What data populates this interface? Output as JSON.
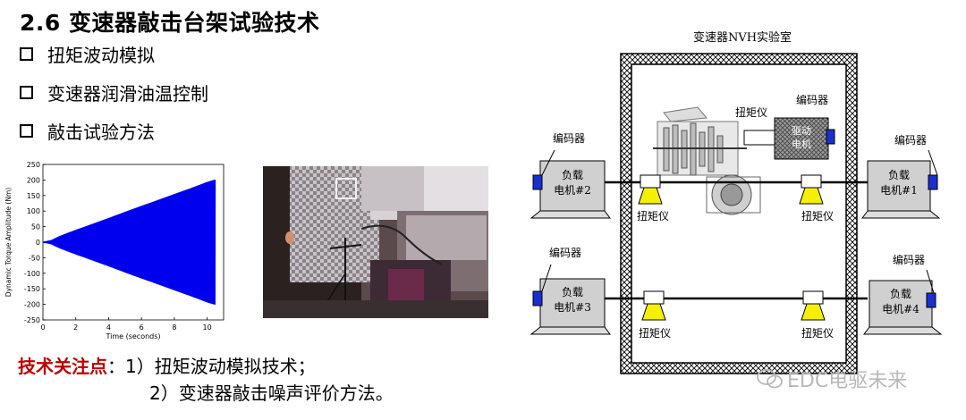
{
  "title": "2.6 变速器敲击台架试验技术",
  "bullets": [
    "扭矩波动模拟",
    "变速器润滑油温控制",
    "敲击试验方法"
  ],
  "focus": {
    "label": "技术关注点",
    "line1": "：1）扭矩波动模拟技术；",
    "line2": "2）变速器敲击噪声评价方法。"
  },
  "chart_data": {
    "type": "line",
    "title": "",
    "xlabel": "Time (seconds)",
    "ylabel": "Dynamic Torque Amplitude (Nm)",
    "xlim": [
      0,
      11
    ],
    "ylim": [
      -250,
      250
    ],
    "xticks": [
      0,
      2,
      4,
      6,
      8,
      10
    ],
    "yticks": [
      250,
      200,
      150,
      100,
      50,
      0,
      -50,
      -100,
      -150,
      -200,
      -250
    ],
    "series": [
      {
        "description": "oscillating torque with linearly increasing envelope",
        "x": [
          0,
          0.5,
          1,
          2,
          3,
          4,
          5,
          6,
          7,
          8,
          9,
          10,
          10.5
        ],
        "envelope": [
          0,
          5,
          18,
          38,
          57,
          76,
          96,
          115,
          134,
          153,
          172,
          192,
          200
        ]
      }
    ],
    "color": "#0000ee",
    "grid": false
  },
  "diagram": {
    "lab_title": "变速器NVH实验室",
    "motors": [
      "负载电机#2",
      "负载电机#1",
      "负载电机#3",
      "负载电机#4"
    ],
    "encoder_label": "编码器",
    "torque_label": "扭矩仪",
    "motor_line1": "负载",
    "motor2_line2": "电机#2",
    "motor1_line2": "电机#1",
    "motor3_line2": "电机#3",
    "motor4_line2": "电机#4",
    "drive_motor_line1": "驱动",
    "drive_motor_line2": "电机"
  },
  "watermark": "EDC电驱未来",
  "colors": {
    "chart_line": "#0000ee",
    "focus_label": "#c00000",
    "encoder": "#1a2fd0",
    "torque_sensor": "#f5f000",
    "motor_fill": "#d0d0d0"
  }
}
